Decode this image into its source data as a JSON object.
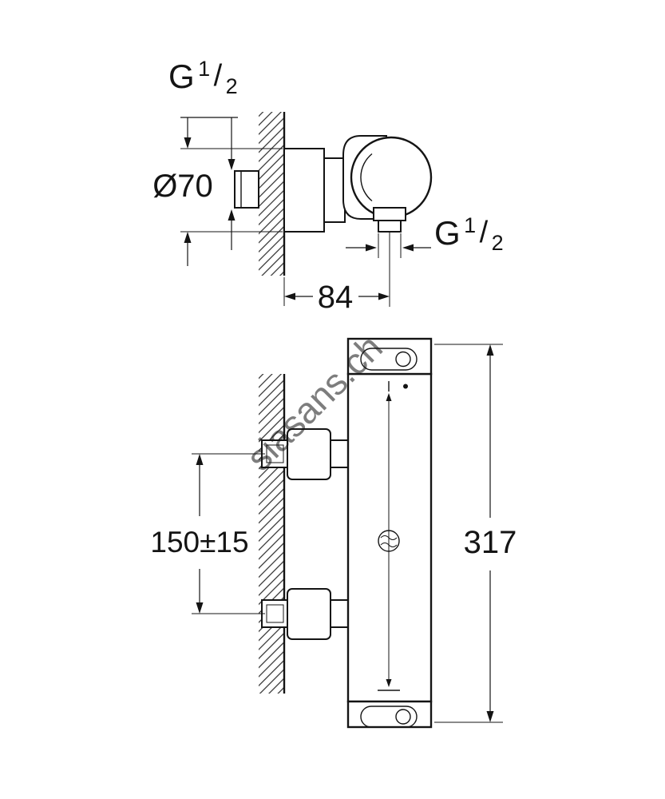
{
  "page": {
    "background": "#ffffff",
    "line_color": "#141414",
    "watermark_color": "#bcbcbc"
  },
  "watermark": {
    "text": "siasans.ch"
  },
  "top_view": {
    "thread_label": {
      "letter": "G",
      "numerator": "1",
      "slash": "/",
      "denominator": "2"
    },
    "diameter_label": "Ø70",
    "width_label": "84"
  },
  "front_view": {
    "spacing_label": "150±15",
    "height_label": "317"
  }
}
